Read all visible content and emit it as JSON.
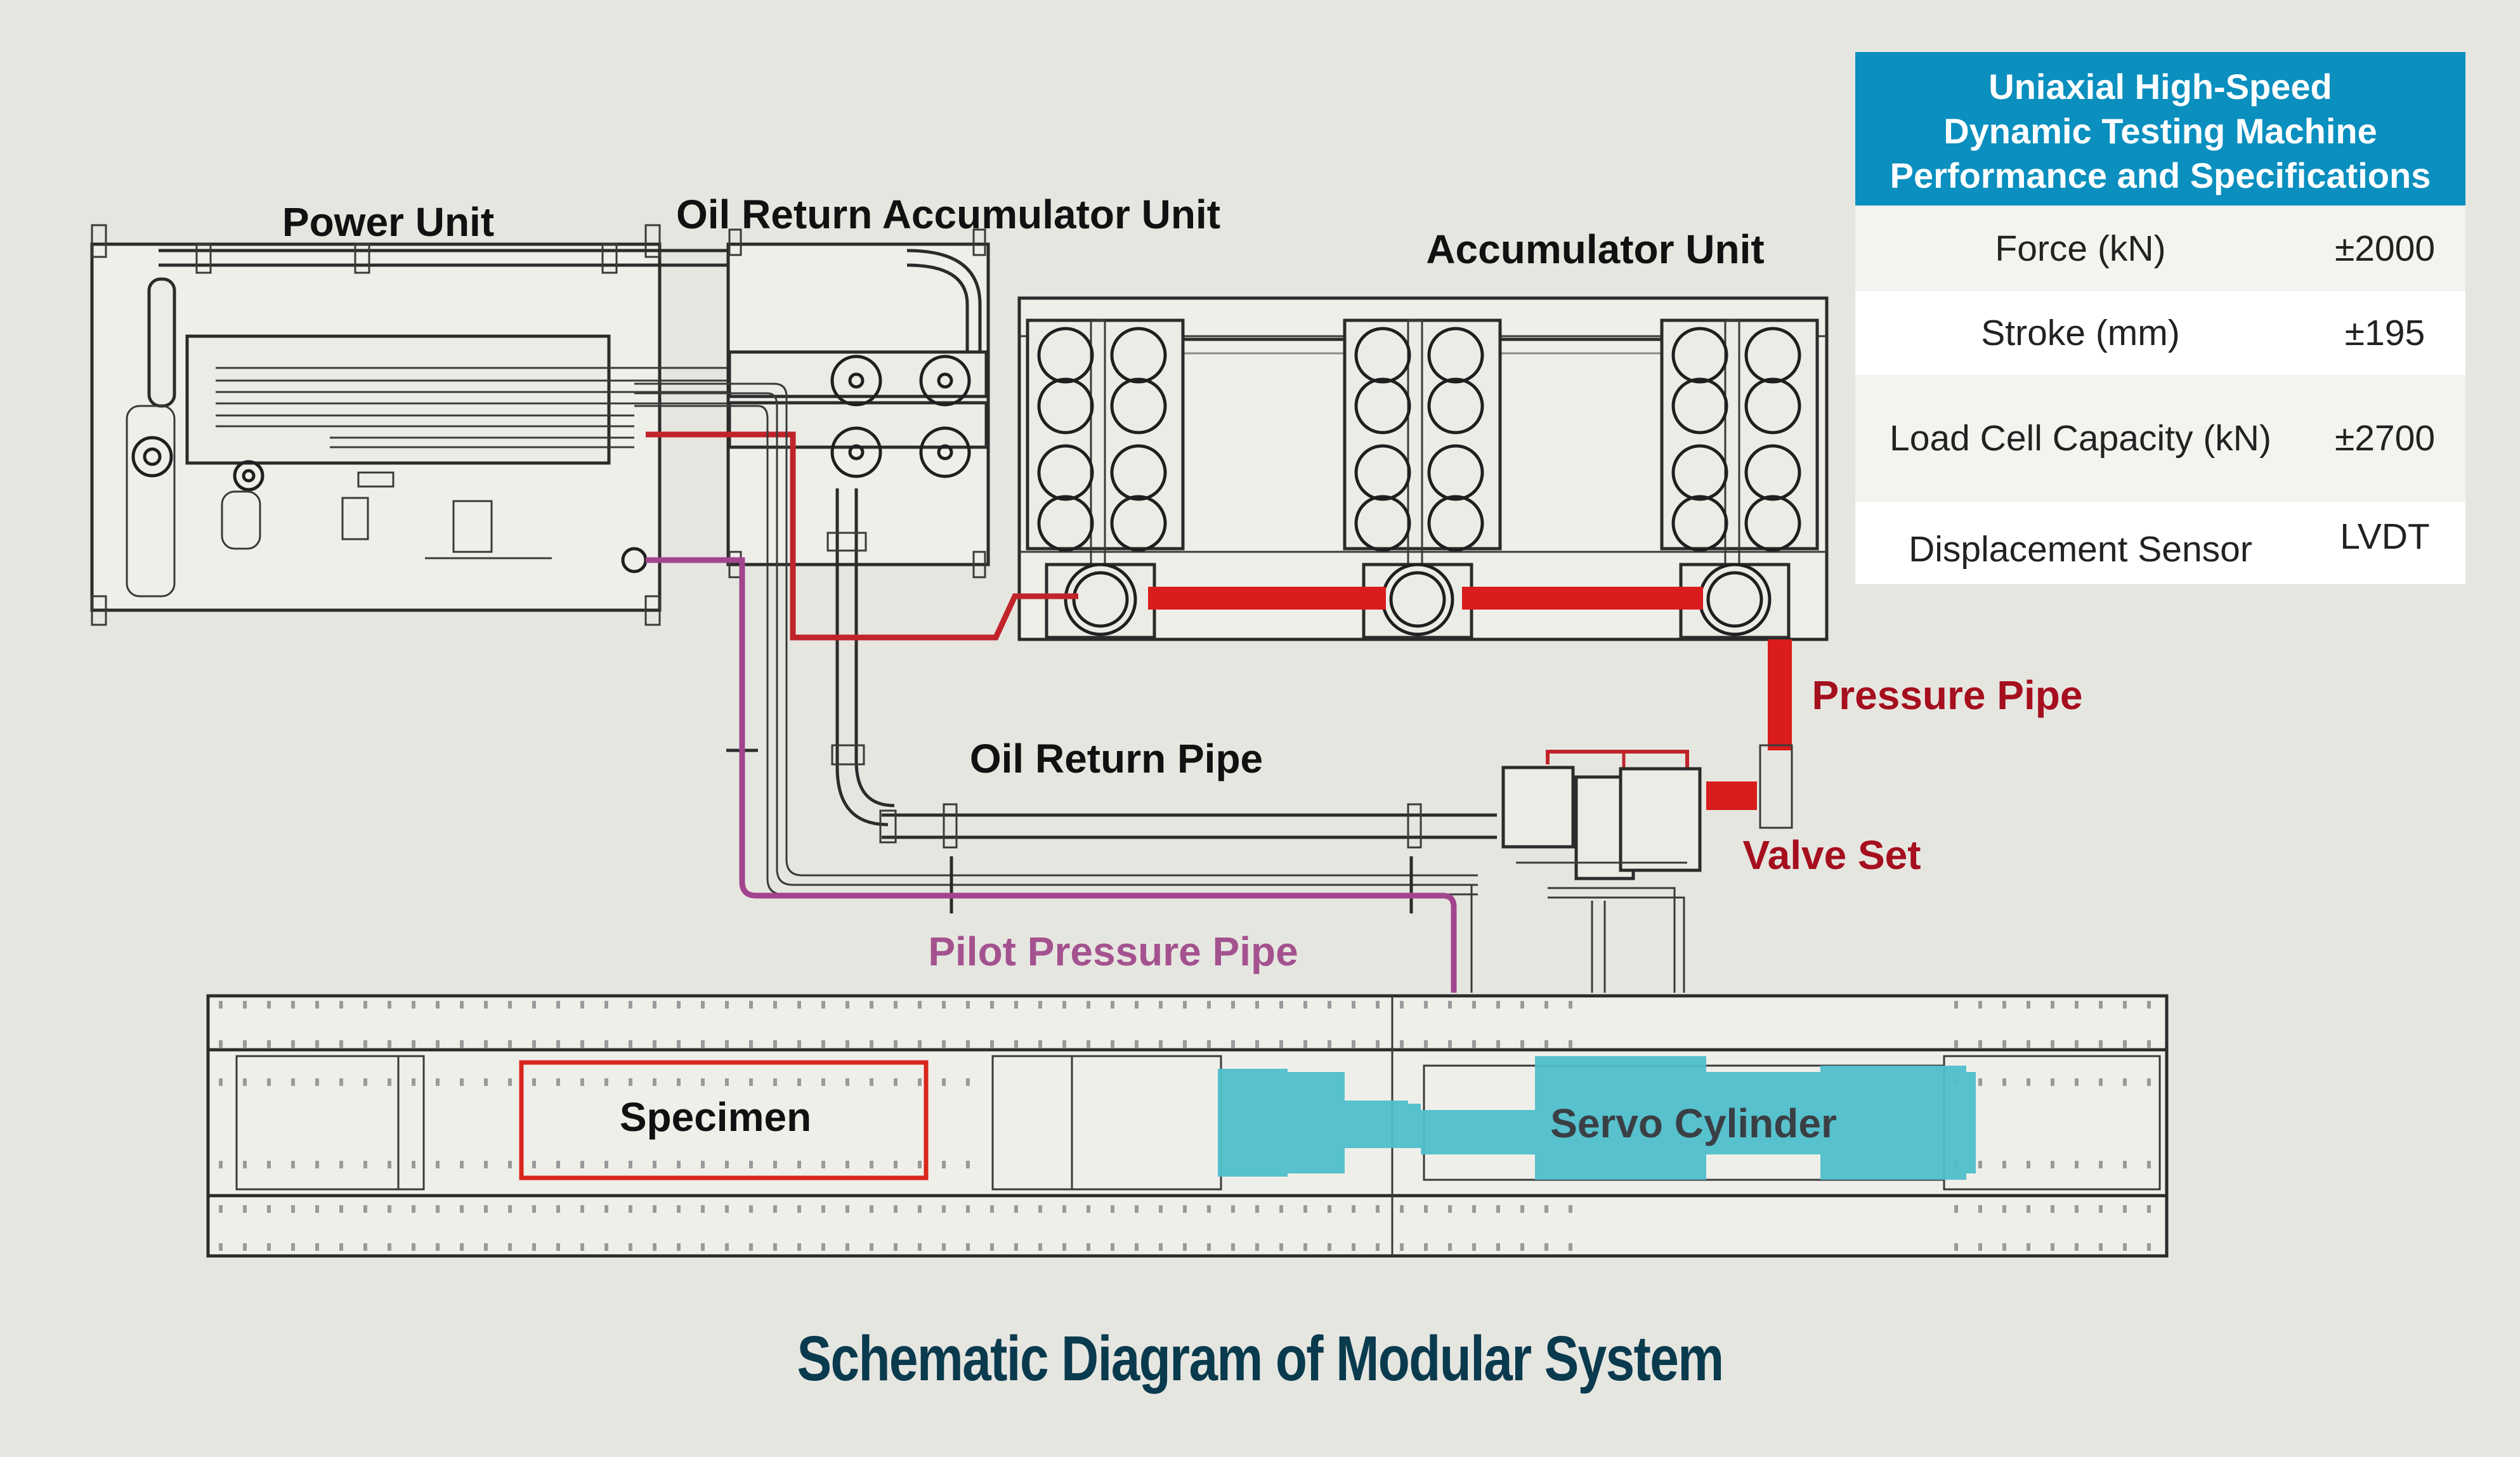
{
  "figure": {
    "caption": "Schematic Diagram of Modular System",
    "colors": {
      "background": "#e6e6e0",
      "pressure_pipe": "#d91c1c",
      "pressure_label": "#a50f1e",
      "pilot_pipe": "#a2458f",
      "pilot_label": "#a4528f",
      "servo_cylinder": "#4fbfcc",
      "specimen_frame": "#d9261c",
      "table_header": "#0a8fbf",
      "caption": "#0a3a4e"
    }
  },
  "components": {
    "power_unit": "Power Unit",
    "oil_return_accumulator_unit": "Oil Return Accumulator Unit",
    "accumulator_unit": "Accumulator Unit",
    "pressure_pipe": "Pressure Pipe",
    "oil_return_pipe": "Oil Return Pipe",
    "valve_set": "Valve Set",
    "pilot_pressure_pipe": "Pilot Pressure Pipe",
    "specimen": "Specimen",
    "servo_cylinder": "Servo Cylinder"
  },
  "spec_table": {
    "title": "Uniaxial High-Speed Dynamic Testing Machine Performance and Specifications",
    "title_lines": [
      "Uniaxial High-Speed",
      "Dynamic Testing Machine",
      "Performance and Specifications"
    ],
    "rows": [
      {
        "label": "Force (kN)",
        "value": "±2000"
      },
      {
        "label": "Stroke (mm)",
        "value": "±195"
      },
      {
        "label": "Load Cell Capacity (kN)",
        "value": "±2700"
      },
      {
        "label": "Displacement Sensor",
        "value": "LVDT"
      }
    ]
  }
}
